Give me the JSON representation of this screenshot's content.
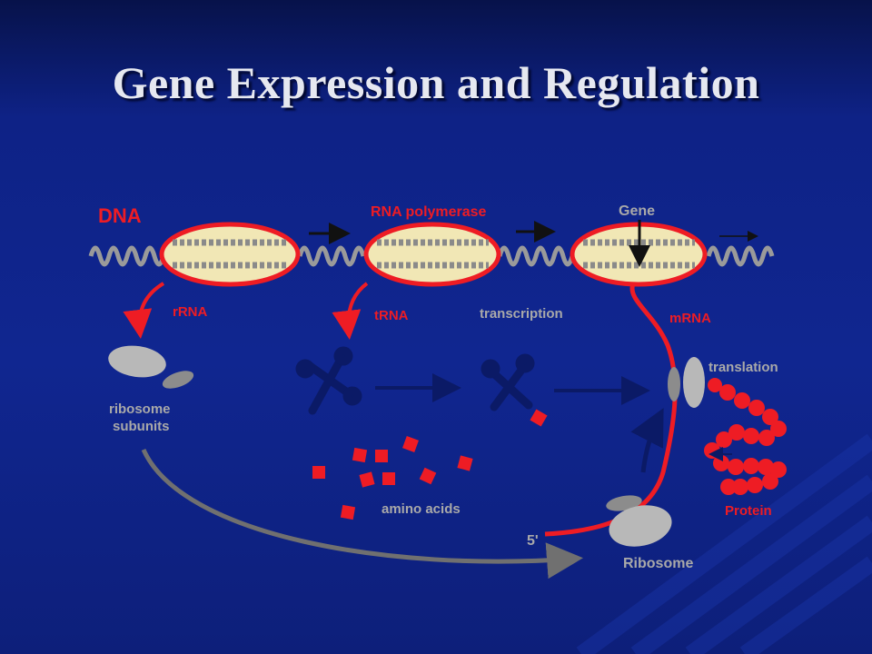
{
  "slide": {
    "title": "Gene Expression and Regulation"
  },
  "diagram": {
    "labels": {
      "dna": "DNA",
      "rna_polymerase": "RNA polymerase",
      "gene": "Gene",
      "rrna": "rRNA",
      "trna": "tRNA",
      "transcription": "transcription",
      "mrna": "mRNA",
      "ribosome_subunits_line1": "ribosome",
      "ribosome_subunits_line2": "subunits",
      "translation": "translation",
      "amino_acids": "amino acids",
      "protein": "Protein",
      "five_prime": "5'",
      "ribosome": "Ribosome"
    },
    "colors": {
      "background": "#102690",
      "red": "#ee1c24",
      "gray_label": "#a9a9a9",
      "navy": "#0b1a66",
      "dna_wave": "#9a9a9a",
      "ellipse_fill": "#f1e7b5"
    }
  }
}
